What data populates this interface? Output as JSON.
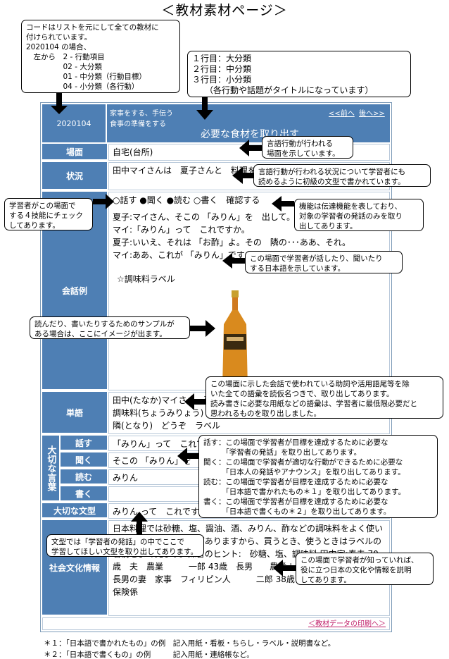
{
  "page_title": "＜教材素材ページ＞",
  "header": {
    "code": "2020104",
    "line1": "家事をする、手伝う",
    "line2": "食事の準備をする",
    "line3": "必要な食材を取り出す",
    "prev": "<<前へ",
    "next": "後へ>>"
  },
  "rows": {
    "scene": {
      "label": "場面",
      "value": "自宅(台所)"
    },
    "situation": {
      "label": "状況",
      "value": "田中マイさんは　夏子さんと　料理を作っています。"
    },
    "conversation": {
      "label": "会話例",
      "skills": "○話す ●聞く ●読む ○書く　確認する",
      "lines": [
        "夏子:マイさん、そこの 「みりん」を　出して。",
        "マイ:「みりん」って　これですか。",
        "夏子:いいえ、それは 「お酢」よ。その　隣の･･･ああ、それ。",
        "マイ:ああ、これが 「みりん」ですか。"
      ],
      "sample_caption": "☆調味料ラベル"
    },
    "vocab": {
      "label": "単語",
      "value": "田中(たなか)マイさん　夏子(なつこ)さん　料理(りょうり)　作(つく)る　調味料(ちょうみりょう)　用意(ようい)　みりん　これ　酢(す)　その　隣(となり)　どうぞ　ラベル"
    },
    "important_label": "大切な言葉",
    "skills": [
      {
        "label": "話す",
        "value": "「みりん」って　これですか。"
      },
      {
        "label": "聞く",
        "value": "そこの 「みりん」を　出して。"
      },
      {
        "label": "読む",
        "value": "みりん"
      },
      {
        "label": "書く",
        "value": ""
      }
    ],
    "pattern": {
      "label": "大切な文型",
      "value": "みりん って　これですか"
    },
    "culture": {
      "label": "社会文化情報",
      "value": "日本料理では砂糖、塩、醤油、酒、みりん、酢などの調味料をよく使います。いろいろな種類がありますから、買うとき、使うときはラベルの名前をよく見ます。練習のヒント:　砂糖、塩、調味料 田中家:春夫 70歳　夫　農業　　　一郎 43歳　長男　　農業＋電気工事　マイ 32歳　長男の妻　家事　フィリピン人　　　二郎 38歳　次男　　郵便局員　保険係"
    }
  },
  "print_link": "＜教材データの印刷へ＞",
  "notes": [
    "＊１：「日本語で書かれたもの」の例　記入用紙・看板・ちらし・ラベル・説明書など。",
    "＊２：「日本語で書くもの」の例　　　記入用紙・連絡帳など。"
  ],
  "callouts": {
    "code": "コードはリストを元にして全ての教材に\n付けられています。\n2020104 の場合、\n　左から　2 - 行動項目\n　　　　　02 - 大分類\n　　　　　01 - 中分類（行動目標）\n　　　　　04 - 小分類（各行動）",
    "rows": "１行目：大分類\n２行目：中分類\n３行目：小分類\n　　（各行動や話題がタイトルになっています）",
    "scene": "言語行動が行われる\n場面を示しています。",
    "situation": "言語行動が行われる状況について学習者にも\n読めるように初級の文型で書かれています。",
    "skills": "学習者がこの場面で\nする４技能にチェック\nしてあります。",
    "function": "機能は伝達機能を表しており、\n対象の学習者の発話のみを取り\n出してあります。",
    "conversation": "この場面で学習者が話したり、聞いたり\nする日本語を示しています。",
    "sample": "読んだり、書いたりするためのサンプルが\nある場合は、ここにイメージが出ます。",
    "vocab": "この場面に示した会話で使われている助詞や活用語尾等を除\nいた全ての語彙を読仮名つきで、取り出してあります。\n読み書きに必要な用紙などの語彙は、学習者に最低限必要だと\n思われるものを取り出しました。",
    "important": "話す：この場面で学習者が目標を達成するために必要な\n　　　「学習者の発話」を取り出してあります。\n聞く：この場面で学習者が適切な行動ができるために必要な\n　　　「日本人の発話やアナウンス」を取り出してあります。\n読む：この場面で学習者が目標を達成するために必要な\n　　　「日本語で書かれたもの＊１」を取り出してあります。\n書く：この場面で学習者が目標を達成するために必要な\n　　　「日本語で書くもの＊２」を取り出してあります。",
    "pattern": "文型では「学習者の発話」の中でここで\n学習してほしい文型を取り出してあります。",
    "culture": "この場面で学習者が知っていれば、\n役に立つ日本の文化や情報を説明\nしてあります。"
  }
}
